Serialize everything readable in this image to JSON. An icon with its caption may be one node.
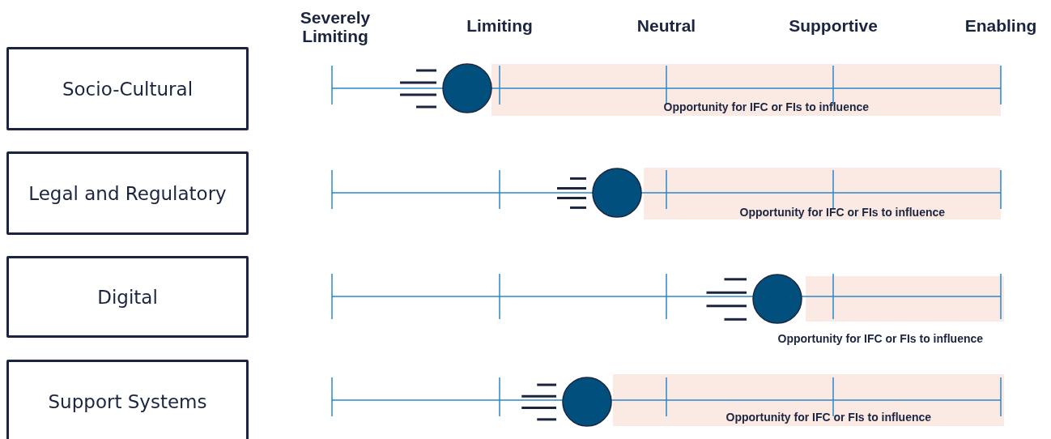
{
  "diagram": {
    "nodes": [
      {
        "text": [
          "Socio-Cultural"
        ]
      },
      {
        "text": [
          "Legal and Regulatory"
        ]
      },
      {
        "text": [
          "Digital"
        ]
      },
      {
        "text": [
          "Support Systems"
        ]
      },
      {
        "text": [
          "Opportunity for IFC or FIs to influence"
        ]
      },
      {
        "text": [
          "Opportunity for IFC or FIs to influence"
        ]
      },
      {
        "text": [
          "Opportunity for IFC or FIs to influence"
        ]
      },
      {
        "text": [
          "Opportunity for IFC or FIs to influence"
        ]
      }
    ],
    "edges": [],
    "labels": [
      "Severely Limiting",
      "Limiting",
      "Neutral",
      "Supportive",
      "Enabling"
    ]
  }
}
